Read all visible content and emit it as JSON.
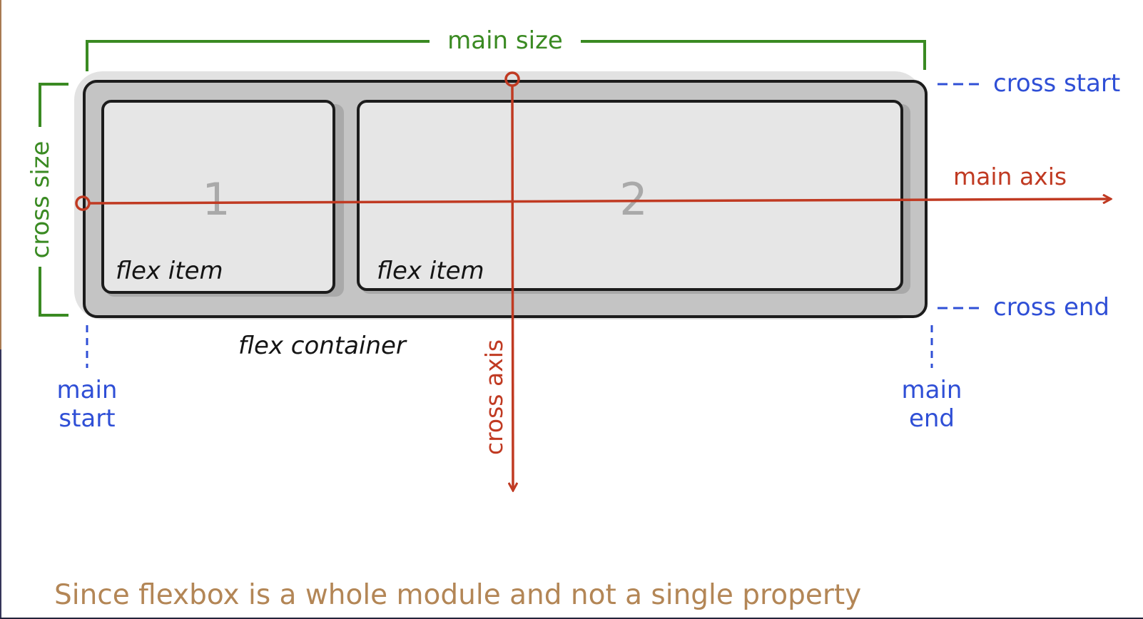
{
  "diagram": {
    "main_size": "main size",
    "cross_size": "cross size",
    "cross_start": "cross start",
    "cross_end": "cross end",
    "main_axis": "main axis",
    "cross_axis": "cross axis",
    "main_start": [
      "main",
      "start"
    ],
    "main_end": [
      "main",
      "end"
    ],
    "flex_container": "flex container",
    "items": [
      {
        "number": "1",
        "label": "flex item"
      },
      {
        "number": "2",
        "label": "flex item"
      }
    ]
  },
  "caption": "Since flexbox is a whole module and not a single property",
  "colors": {
    "size": "#3a8a22",
    "edges": "#2f4fd6",
    "axes": "#c03a22",
    "caption": "#b38656"
  }
}
